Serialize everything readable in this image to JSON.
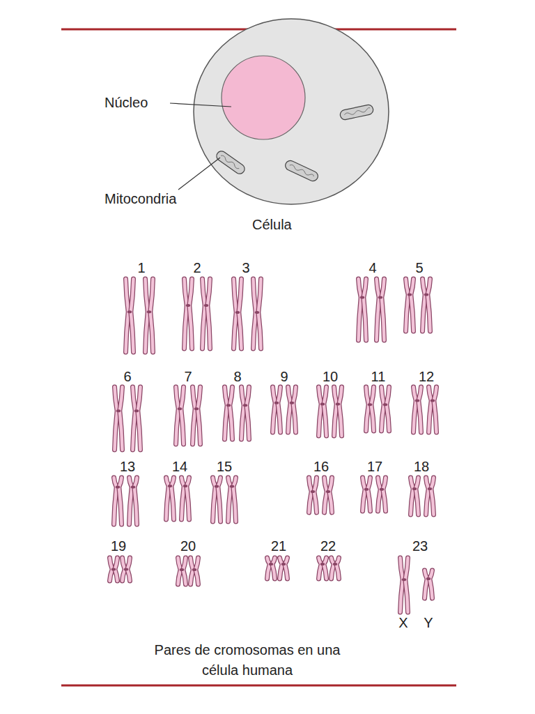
{
  "diagram": {
    "caption": "Pares de cromosomas en una célula humana",
    "labels": [
      "Núcleo",
      "Mitocondria",
      "Célula",
      "1",
      "2",
      "3",
      "4",
      "5",
      "6",
      "7",
      "8",
      "9",
      "10",
      "11",
      "12",
      "13",
      "14",
      "15",
      "16",
      "17",
      "18",
      "19",
      "20",
      "21",
      "22",
      "23",
      "X",
      "Y"
    ]
  }
}
